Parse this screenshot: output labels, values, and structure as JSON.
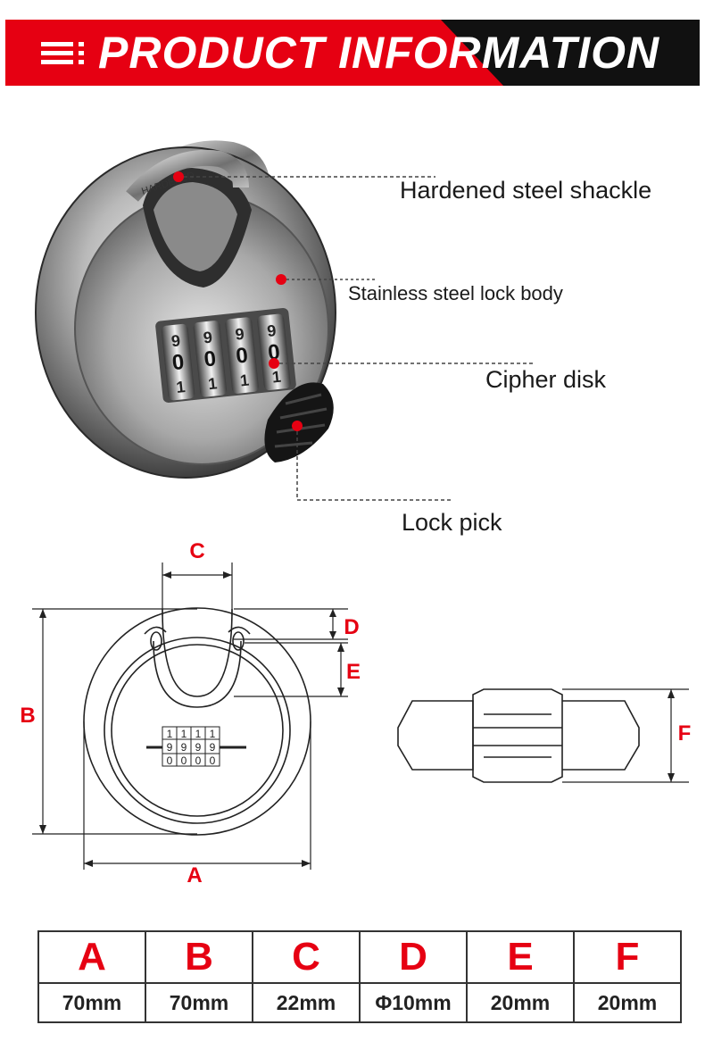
{
  "banner": {
    "title": "PRODUCT INFORMATION",
    "red": "#e60012",
    "dark": "#111111"
  },
  "callouts": [
    "Hardened steel shackle",
    "Stainless steel lock body",
    "Cipher disk",
    "Lock pick"
  ],
  "lock_engraving": "HARDENED",
  "dial_digits_photo": {
    "top_row": [
      "9",
      "9",
      "9",
      "9"
    ],
    "middle_row": [
      "0",
      "0",
      "0",
      "0"
    ],
    "bottom_row": [
      "1",
      "1",
      "1",
      "1"
    ]
  },
  "drawing_dial": {
    "top_row": [
      "1",
      "1",
      "1",
      "1"
    ],
    "middle_row": [
      "9",
      "9",
      "9",
      "9"
    ],
    "bottom_row": [
      "0",
      "0",
      "0",
      "0"
    ]
  },
  "dimension_labels": {
    "A": "A",
    "B": "B",
    "C": "C",
    "D": "D",
    "E": "E",
    "F": "F"
  },
  "spec_table": {
    "headers": [
      "A",
      "B",
      "C",
      "D",
      "E",
      "F"
    ],
    "values": [
      "70mm",
      "70mm",
      "22mm",
      "Φ10mm",
      "20mm",
      "20mm"
    ]
  }
}
